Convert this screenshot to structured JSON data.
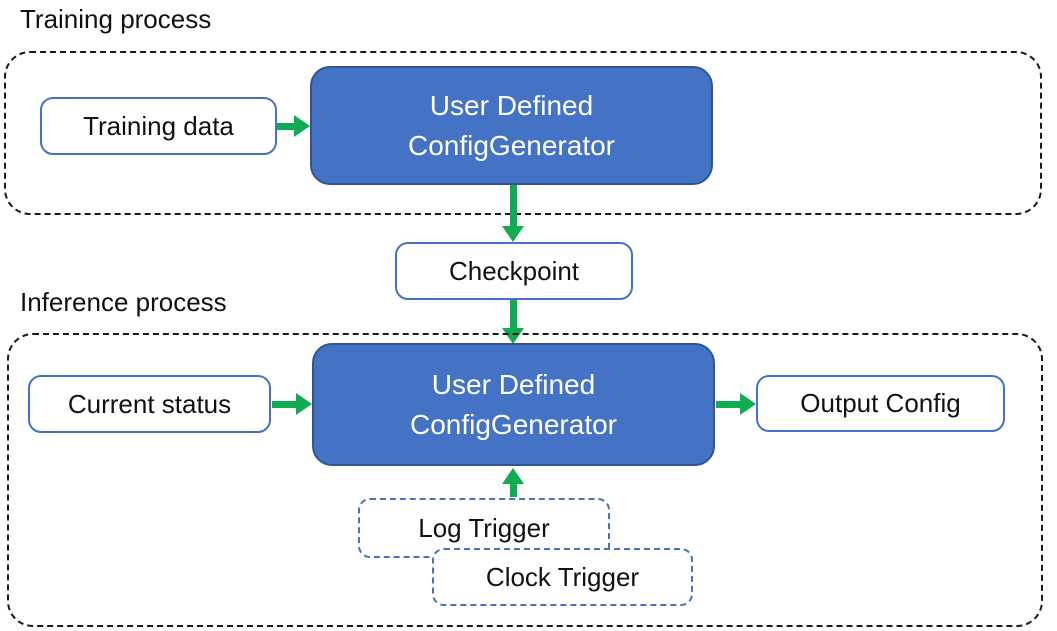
{
  "colors": {
    "accent_blue": "#4472C4",
    "accent_blue_dark": "#2F5597",
    "green": "#0FAC52",
    "text_black": "#111111"
  },
  "training": {
    "section_label": "Training process",
    "training_data": "Training data",
    "generator_line1": "User Defined",
    "generator_line2": "ConfigGenerator"
  },
  "checkpoint": "Checkpoint",
  "inference": {
    "section_label": "Inference process",
    "current_status": "Current status",
    "generator_line1": "User Defined",
    "generator_line2": "ConfigGenerator",
    "output_config": "Output Config",
    "log_trigger": "Log Trigger",
    "clock_trigger": "Clock Trigger"
  }
}
